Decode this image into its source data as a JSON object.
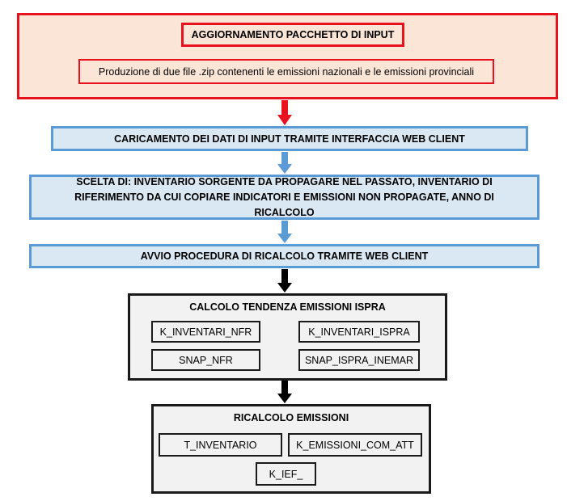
{
  "top": {
    "title": "AGGIORNAMENTO PACCHETTO DI INPUT",
    "description": "Produzione di due file .zip contenenti le emissioni nazionali e le emissioni provinciali"
  },
  "steps": [
    "CARICAMENTO DEI DATI DI INPUT TRAMITE INTERFACCIA WEB CLIENT",
    "SCELTA DI: INVENTARIO SORGENTE DA PROPAGARE NEL PASSATO, INVENTARIO DI RIFERIMENTO DA CUI COPIARE INDICATORI E EMISSIONI NON PROPAGATE, ANNO DI RICALCOLO",
    "AVVIO PROCEDURA DI RICALCOLO TRAMITE WEB CLIENT"
  ],
  "group1": {
    "title": "CALCOLO TENDENZA EMISSIONI ISPRA",
    "tables": [
      "K_INVENTARI_NFR",
      "K_INVENTARI_ISPRA",
      "SNAP_NFR",
      "SNAP_ISPRA_INEMAR"
    ]
  },
  "group2": {
    "title": "RICALCOLO EMISSIONI",
    "tables": [
      "T_INVENTARIO",
      "K_EMISSIONI_COM_ATT",
      "K_IEF_"
    ]
  },
  "colors": {
    "red": "#e8121e",
    "peach": "#fbe5d6",
    "blue_border": "#5b9bd5",
    "blue_fill": "#dae8f4",
    "grey_fill": "#f2f2f2",
    "black": "#1a1a1a"
  }
}
